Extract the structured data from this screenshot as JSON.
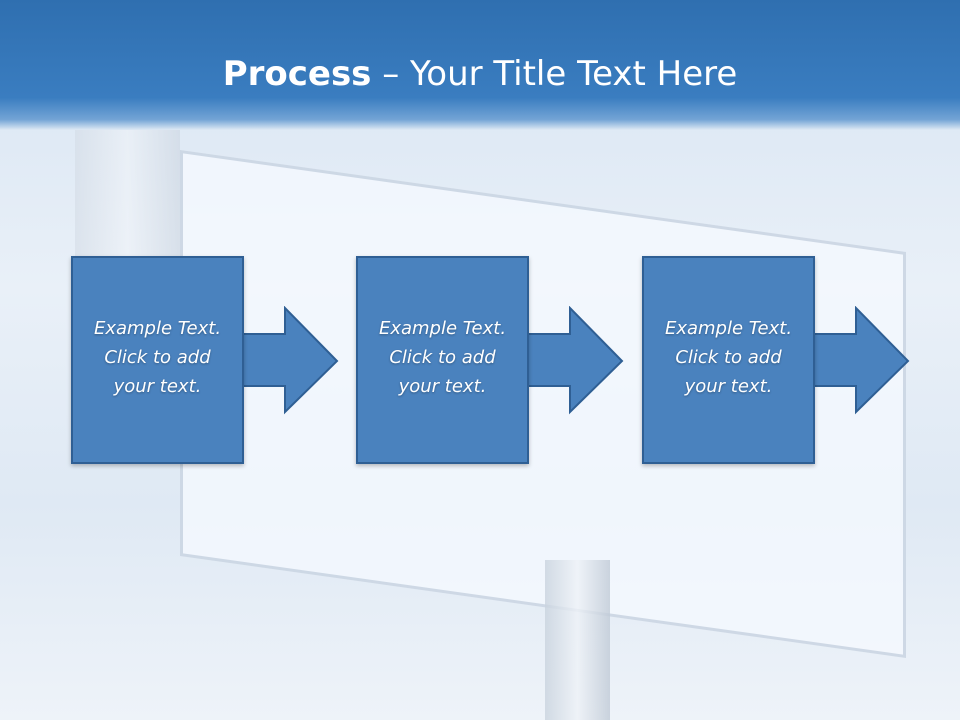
{
  "title": {
    "bold": "Process",
    "rest": " – Your Title Text Here"
  },
  "steps": [
    {
      "line1": "Example Text.",
      "line2": "Click  to add",
      "line3": "your text."
    },
    {
      "line1": "Example Text.",
      "line2": "Click  to add",
      "line3": "your text."
    },
    {
      "line1": "Example Text.",
      "line2": "Click  to add",
      "line3": "your text."
    }
  ],
  "colors": {
    "title_bar": "#3a7dc0",
    "box_fill": "#4a82be",
    "box_border": "#2f5f94",
    "text": "#ffffff"
  }
}
